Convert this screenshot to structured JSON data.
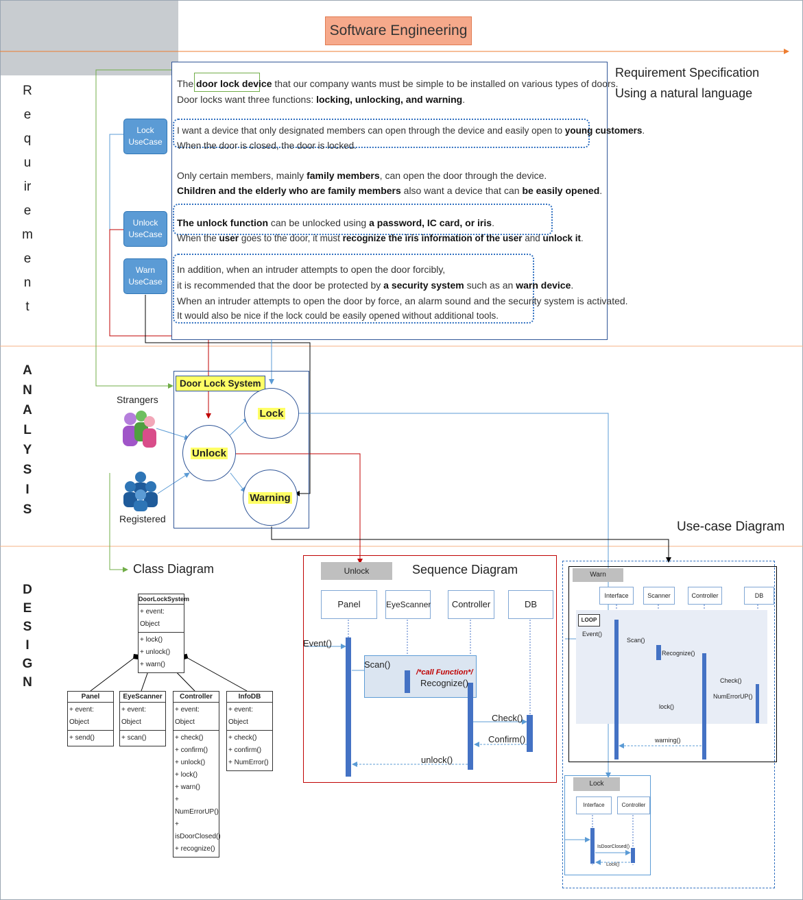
{
  "title": "Software Engineering",
  "stages": {
    "requirement": [
      "R",
      "e",
      "q",
      "u",
      "ir",
      "e",
      "m",
      "e",
      "n",
      "t"
    ],
    "analysis": [
      "A",
      "N",
      "A",
      "L",
      "Y",
      "S",
      "I",
      "S"
    ],
    "design": [
      "D",
      "E",
      "S",
      "I",
      "G",
      "N"
    ]
  },
  "spec_title": {
    "line1": "Requirement  Specification",
    "line2": "Using a natural language"
  },
  "requirements": {
    "p1a_pre": "The ",
    "p1a_hl": "door lock device",
    "p1a_post": " that our company wants must be simple to be installed on various types of doors.",
    "p1b_pre": "Door locks want three functions: ",
    "p1b_b": "locking, unlocking, and warning",
    "p1b_post": ".",
    "p2a_pre": "I want a device that only designated members can open through the device and easily open to ",
    "p2a_b": "young customers",
    "p2a_post": ".",
    "p2b": "When the door is closed, the door is locked.",
    "p3a_pre": "Only certain members, mainly ",
    "p3a_b": "family members",
    "p3a_post": ", can open the door through the device.",
    "p3b_b1": "Children and the elderly who are family members",
    "p3b_mid": " also want a device that can ",
    "p3b_b2": "be easily opened",
    "p3b_post": ".",
    "p4a_b1": "The unlock function",
    "p4a_mid": " can be unlocked using ",
    "p4a_b2": "a password, IC card, or iris",
    "p4a_post": ".",
    "p4b_pre": "When the ",
    "p4b_b1": "user",
    "p4b_mid": " goes to the door, it must ",
    "p4b_b2": "recognize the iris information of the user",
    "p4b_mid2": " and ",
    "p4b_b3": "unlock it",
    "p4b_post": ".",
    "p5a": "In addition, when an intruder attempts to open the door forcibly,",
    "p5b_pre": "it is recommended that the door be protected by ",
    "p5b_b1": "a security system",
    "p5b_mid": " such as an ",
    "p5b_b2": "warn device",
    "p5b_post": ".",
    "p5c": "When an intruder attempts to open the door by force, an alarm sound and the security system is activated.",
    "p5d": "It would also be nice if the lock could be easily opened without additional tools."
  },
  "usecase_boxes": [
    {
      "line1": "Lock",
      "line2": "UseCase"
    },
    {
      "line1": "Unlock",
      "line2": "UseCase"
    },
    {
      "line1": "Warn",
      "line2": "UseCase"
    }
  ],
  "analysis": {
    "system_title": "Door Lock System",
    "actors": {
      "strangers": "Strangers",
      "registered": "Registered"
    },
    "usecases": {
      "lock": "Lock",
      "unlock": "Unlock",
      "warning": "Warning"
    },
    "usecase_diagram_label": "Use-case Diagram"
  },
  "class_diagram": {
    "label": "Class Diagram",
    "main": {
      "name": "DoorLockSystem",
      "attrs": [
        "+ event: Object"
      ],
      "methods": [
        "+ lock()",
        "+ unlock()",
        "+ warn()"
      ]
    },
    "classes": [
      {
        "name": "Panel",
        "attrs": [
          "+ event: Object"
        ],
        "methods": [
          "+ send()"
        ]
      },
      {
        "name": "EyeScanner",
        "attrs": [
          "+ event: Object"
        ],
        "methods": [
          "+ scan()"
        ]
      },
      {
        "name": "Controller",
        "attrs": [
          "+ event: Object"
        ],
        "methods": [
          "+ check()",
          "+ confirm()",
          "+ unlock()",
          "+ lock()",
          "+ warn()",
          "+ NumErrorUP()",
          "+ isDoorClosed()",
          "+ recognize()"
        ]
      },
      {
        "name": "InfoDB",
        "attrs": [
          "+ event: Object"
        ],
        "methods": [
          "+ check()",
          "+ confirm()",
          "+ NumError()"
        ]
      }
    ]
  },
  "sequence_unlock": {
    "tab": "Unlock",
    "label": "Sequence  Diagram",
    "lifelines": [
      "Panel",
      "EyeScanner",
      "Controller",
      "DB"
    ],
    "messages": {
      "event": "Event()",
      "scan": "Scan()",
      "call": "/*call Function*/",
      "recognize": "Recognize()",
      "check": "Check()",
      "confirm": "Confirm()",
      "unlock": "unlock()"
    }
  },
  "sequence_warn": {
    "tab": "Warn",
    "loop": "LOOP",
    "lifelines": [
      "Interface",
      "Scanner",
      "Controller",
      "DB"
    ],
    "messages": {
      "event": "Event()",
      "scan": "Scan()",
      "recognize": "Recognize()",
      "check": "Check()",
      "numerror": "NumErrorUP()",
      "lock": "lock()",
      "warning": "warning()"
    }
  },
  "sequence_lock": {
    "tab": "Lock",
    "lifelines": [
      "Interface",
      "Controller"
    ],
    "messages": {
      "isdoorclosed": "IsDoorClosed()",
      "lock": "Lock()"
    }
  },
  "colors": {
    "accent": "#2f5597",
    "title_bg": "#f6a98b",
    "red_line": "#c00000",
    "green_line": "#70ad47",
    "blue_line": "#5b9bd5",
    "highlight": "#ffff66"
  }
}
